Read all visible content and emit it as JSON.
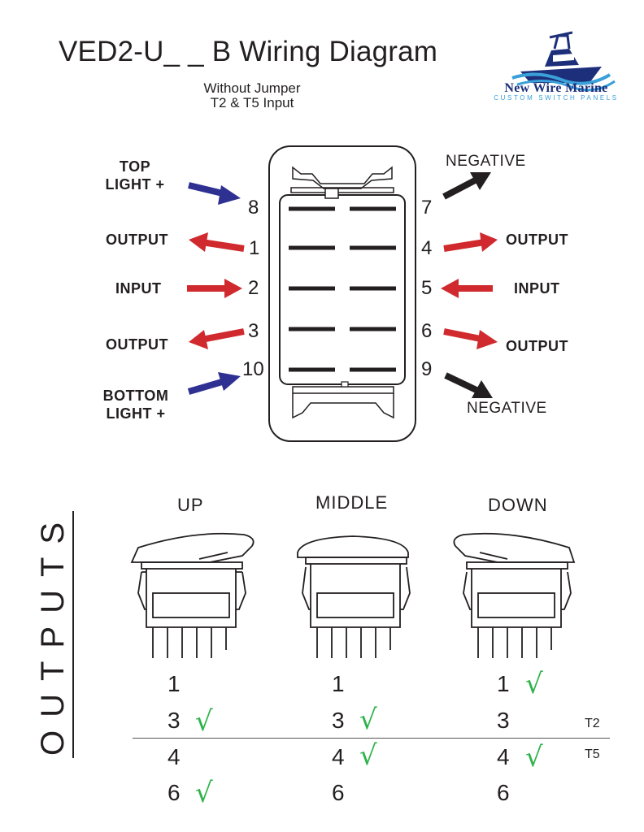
{
  "header": {
    "title": "VED2-U_ _ B Wiring Diagram",
    "subtitle_line1": "Without Jumper",
    "subtitle_line2": "T2 & T5 Input"
  },
  "logo": {
    "name": "New Wire Marine",
    "tagline": "CUSTOM SWITCH PANELS"
  },
  "left_labels": {
    "top_light_1": "TOP",
    "top_light_2": "LIGHT +",
    "output_1": "OUTPUT",
    "input_2": "INPUT",
    "output_3": "OUTPUT",
    "bottom_light_1": "BOTTOM",
    "bottom_light_2": "LIGHT +"
  },
  "right_labels": {
    "negative_7": "NEGATIVE",
    "output_4": "OUTPUT",
    "input_5": "INPUT",
    "output_6": "OUTPUT",
    "negative_9": "NEGATIVE"
  },
  "pins": {
    "p8": "8",
    "p1": "1",
    "p2": "2",
    "p3": "3",
    "p10": "10",
    "p7": "7",
    "p4": "4",
    "p5": "5",
    "p6": "6",
    "p9": "9"
  },
  "colors": {
    "blue_arrow": "#2e3192",
    "red_arrow": "#d02a2e",
    "black_arrow": "#231f20",
    "check": "#2db34a"
  },
  "outputs": {
    "heading": "OUTPUTS",
    "states": [
      {
        "label": "UP",
        "rows": [
          "1",
          "3",
          "4",
          "6"
        ],
        "checked": [
          false,
          true,
          false,
          true
        ]
      },
      {
        "label": "MIDDLE",
        "rows": [
          "1",
          "3",
          "4",
          "6"
        ],
        "checked": [
          false,
          true,
          true,
          false
        ]
      },
      {
        "label": "DOWN",
        "rows": [
          "1",
          "3",
          "4",
          "6"
        ],
        "checked": [
          true,
          false,
          true,
          false
        ]
      }
    ],
    "check_glyph": "√",
    "t2_label": "T2",
    "t5_label": "T5"
  }
}
